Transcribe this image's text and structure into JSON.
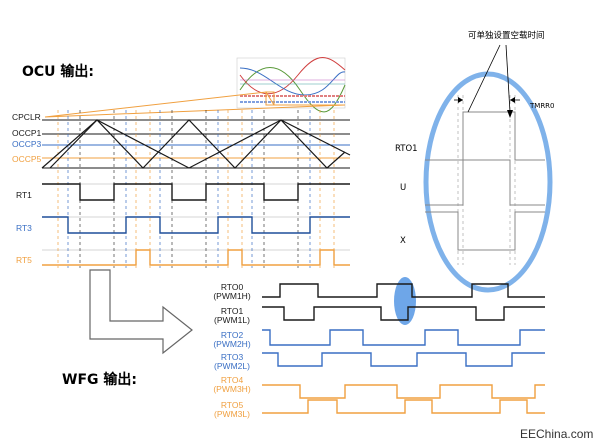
{
  "titles": {
    "ocu": "OCU  输出:",
    "wfg": "WFG  输出:"
  },
  "ocu_labels": {
    "cpclr": "CPCLR",
    "occp1": "OCCP1",
    "occp3": "OCCP3",
    "occp5": "OCCP5",
    "rt1": "RT1",
    "rt3": "RT3",
    "rt5": "RT5"
  },
  "zoom": {
    "annotation": "可单独设置空载时间",
    "tmrr": "TMRR0",
    "rto1": "RTO1",
    "u": "U",
    "x": "X"
  },
  "wfg_labels": [
    {
      "name": "RTO0",
      "sub": "(PWM1H)"
    },
    {
      "name": "RTO1",
      "sub": "(PWM1L)"
    },
    {
      "name": "RTO2",
      "sub": "(PWM2H)"
    },
    {
      "name": "RTO3",
      "sub": "(PWM2L)"
    },
    {
      "name": "RTO4",
      "sub": "(PWM3H)"
    },
    {
      "name": "RTO5",
      "sub": "(PWM3L)"
    }
  ],
  "watermark": "EEChina.com",
  "colors": {
    "black": "#1a1a1a",
    "blue": "#3a6fc4",
    "orange": "#f0a040",
    "ellipse": "#7fb2ea",
    "gray": "#888888"
  }
}
